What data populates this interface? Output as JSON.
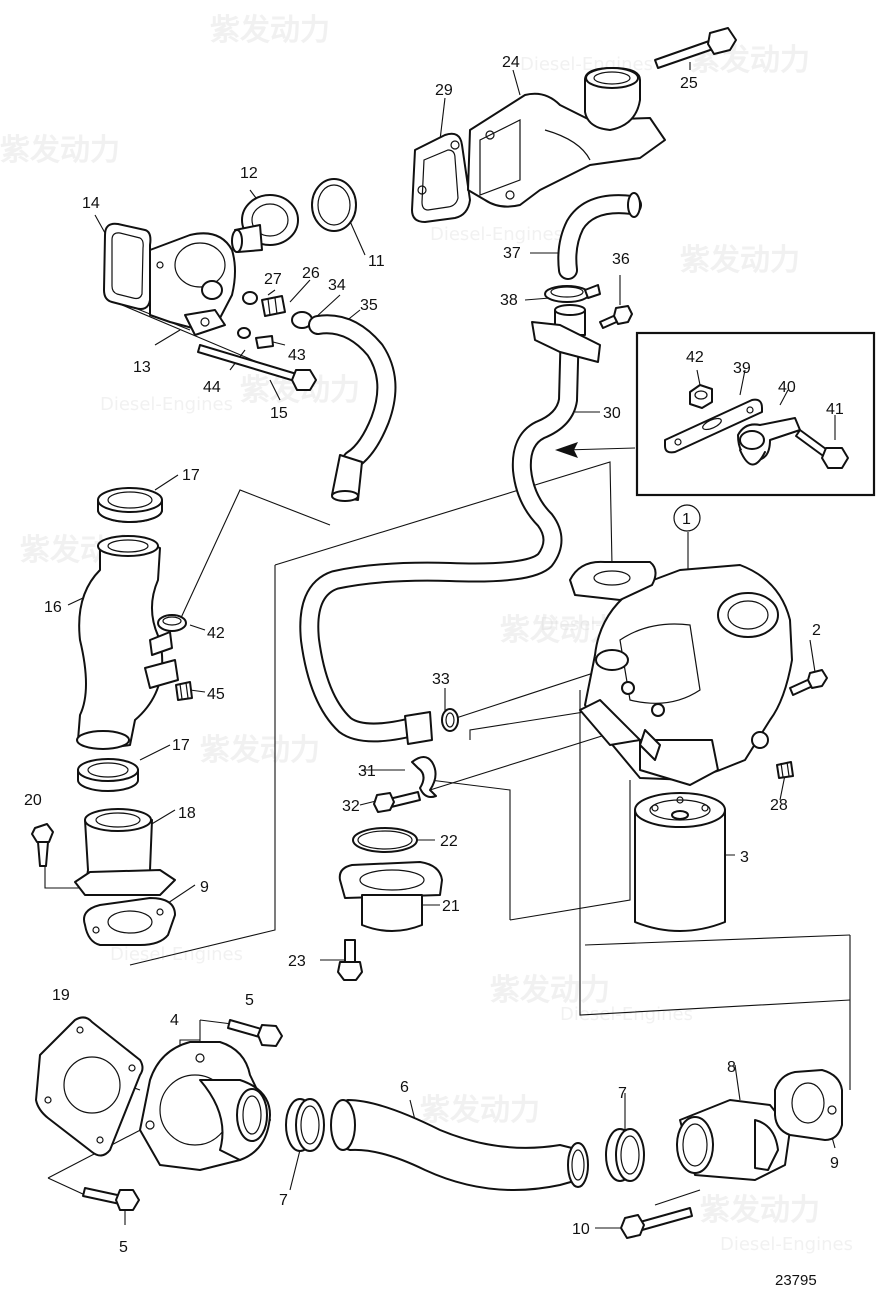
{
  "watermark": {
    "brand": "紫发动力",
    "brand_latin": "Diesel-Engines"
  },
  "diagram_reference": "23795",
  "callouts": [
    "1",
    "2",
    "3",
    "4",
    "5",
    "6",
    "7",
    "8",
    "9",
    "10",
    "11",
    "12",
    "13",
    "14",
    "15",
    "16",
    "17",
    "18",
    "19",
    "20",
    "21",
    "22",
    "23",
    "24",
    "25",
    "26",
    "27",
    "28",
    "29",
    "30",
    "31",
    "32",
    "33",
    "34",
    "35",
    "36",
    "37",
    "38",
    "39",
    "40",
    "41",
    "42",
    "43",
    "44",
    "45"
  ]
}
